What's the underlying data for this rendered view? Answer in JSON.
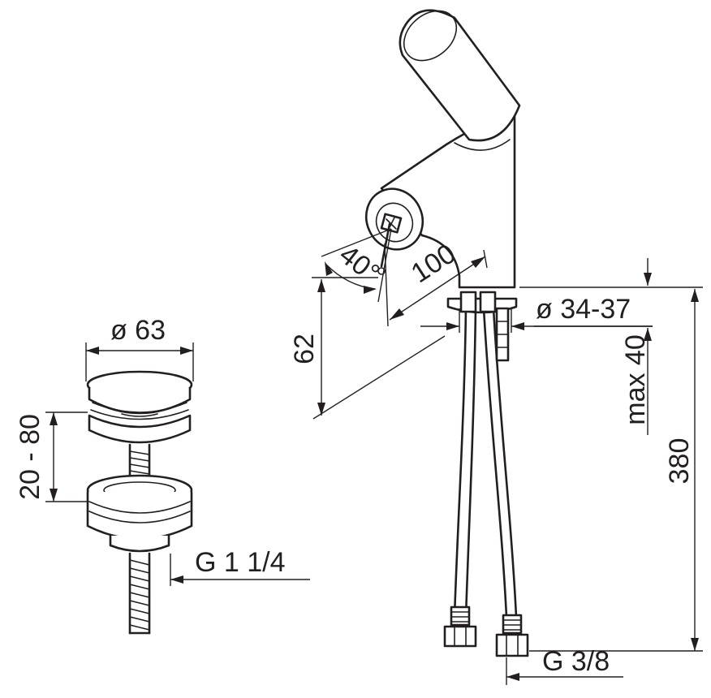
{
  "dimensions": {
    "drain_diameter": "ø 63",
    "drain_height_range": "20 - 80",
    "drain_thread": "G 1 1/4",
    "rotation_angle": "40°",
    "spout_reach": "100",
    "spout_height": "62",
    "hole_diameter": "ø 34-37",
    "max_deck_thickness": "max 40",
    "hose_length": "380",
    "hose_thread": "G 3/8"
  }
}
